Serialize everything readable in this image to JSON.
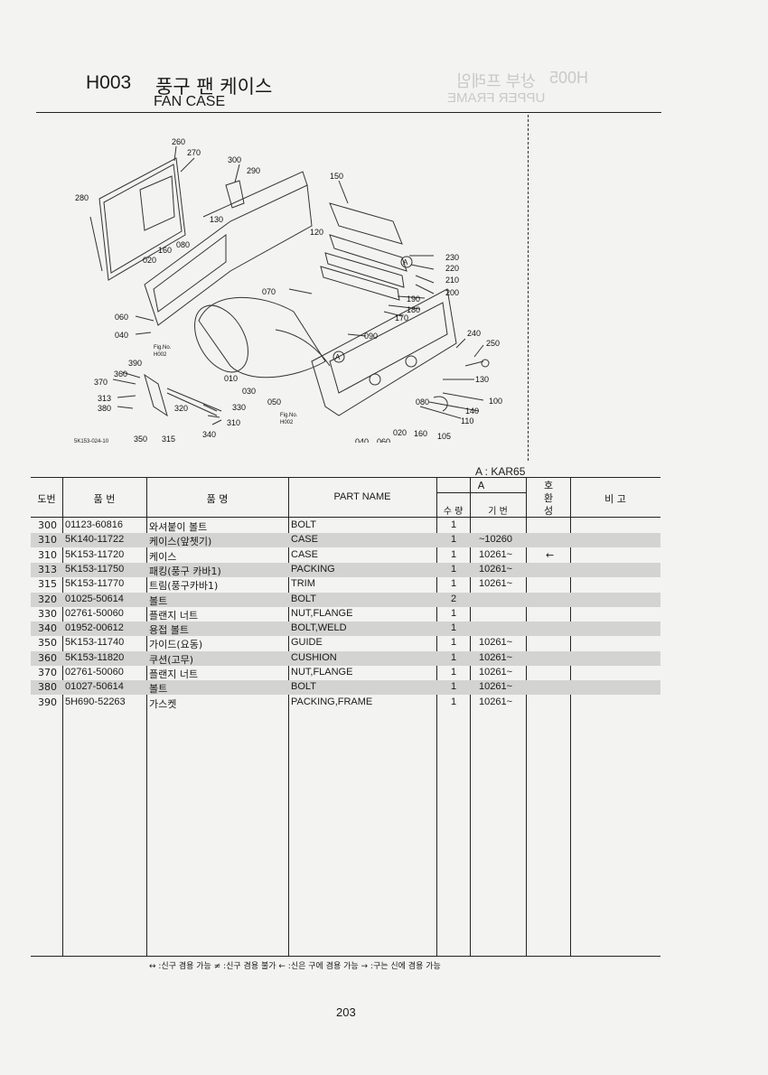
{
  "header": {
    "code": "H003",
    "title_kr": "풍구 팬 케이스",
    "title_en": "FAN CASE",
    "ghost_code": "H005",
    "ghost_kr": "상부 프레임",
    "ghost_en": "UPPER FRAME"
  },
  "diagram": {
    "callouts": [
      "260",
      "270",
      "300",
      "290",
      "280",
      "150",
      "130",
      "120",
      "160",
      "080",
      "020",
      "230",
      "220",
      "210",
      "200",
      "190",
      "180",
      "170",
      "070",
      "060",
      "040",
      "090",
      "240",
      "250",
      "390",
      "010",
      "030",
      "050",
      "130",
      "100",
      "140",
      "110",
      "080",
      "370",
      "360",
      "313",
      "380",
      "320",
      "330",
      "310",
      "340",
      "350",
      "315",
      "040",
      "060",
      "020",
      "160",
      "105"
    ],
    "fig_refs": [
      "Fig.No.",
      "H002",
      "Fig.No.",
      "H002"
    ],
    "view_markers": [
      "A",
      "A"
    ],
    "drawing_code": "5K153-024-10"
  },
  "model_label": "A : KAR65",
  "table": {
    "headers": {
      "ref": "도번",
      "part_no": "품 번",
      "name_kr": "품 명",
      "part_name": "PART NAME",
      "group": "A",
      "qty": "수 량",
      "serial": "기 번",
      "interchange": "호 환 성",
      "remarks": "비 고"
    },
    "rows": [
      {
        "ref": "300",
        "part_no": "01123-60816",
        "name_kr": "와셔붙이 볼트",
        "part_name": "BOLT",
        "qty": "1",
        "serial": "",
        "sym": ""
      },
      {
        "ref": "310",
        "part_no": "5K140-11722",
        "name_kr": "케이스(앞쳇기)",
        "part_name": "CASE",
        "qty": "1",
        "serial": "~10260",
        "sym": ""
      },
      {
        "ref": "310",
        "part_no": "5K153-11720",
        "name_kr": "케이스",
        "part_name": "CASE",
        "qty": "1",
        "serial": "10261~",
        "sym": "←"
      },
      {
        "ref": "313",
        "part_no": "5K153-11750",
        "name_kr": "패킹(풍구 카바1)",
        "part_name": "PACKING",
        "qty": "1",
        "serial": "10261~",
        "sym": ""
      },
      {
        "ref": "315",
        "part_no": "5K153-11770",
        "name_kr": "트림(풍구카바1)",
        "part_name": "TRIM",
        "qty": "1",
        "serial": "10261~",
        "sym": ""
      },
      {
        "ref": "320",
        "part_no": "01025-50614",
        "name_kr": "볼트",
        "part_name": "BOLT",
        "qty": "2",
        "serial": "",
        "sym": ""
      },
      {
        "ref": "330",
        "part_no": "02761-50060",
        "name_kr": "플랜지 너트",
        "part_name": "NUT,FLANGE",
        "qty": "1",
        "serial": "",
        "sym": ""
      },
      {
        "ref": "340",
        "part_no": "01952-00612",
        "name_kr": "용접 볼트",
        "part_name": "BOLT,WELD",
        "qty": "1",
        "serial": "",
        "sym": ""
      },
      {
        "ref": "350",
        "part_no": "5K153-11740",
        "name_kr": "가이드(요동)",
        "part_name": "GUIDE",
        "qty": "1",
        "serial": "10261~",
        "sym": ""
      },
      {
        "ref": "360",
        "part_no": "5K153-11820",
        "name_kr": "쿠션(고무)",
        "part_name": "CUSHION",
        "qty": "1",
        "serial": "10261~",
        "sym": ""
      },
      {
        "ref": "370",
        "part_no": "02761-50060",
        "name_kr": "플랜지 너트",
        "part_name": "NUT,FLANGE",
        "qty": "1",
        "serial": "10261~",
        "sym": ""
      },
      {
        "ref": "380",
        "part_no": "01027-50614",
        "name_kr": "볼트",
        "part_name": "BOLT",
        "qty": "1",
        "serial": "10261~",
        "sym": ""
      },
      {
        "ref": "390",
        "part_no": "5H690-52263",
        "name_kr": "가스켓",
        "part_name": "PACKING,FRAME",
        "qty": "1",
        "serial": "10261~",
        "sym": ""
      }
    ]
  },
  "legend": "↔ :신구 겸용 가능    ≠ :신구 겸용 불가    ← :신은 구에 겸용 가능    → :구는 신에 겸용 가능",
  "page_number": "203"
}
